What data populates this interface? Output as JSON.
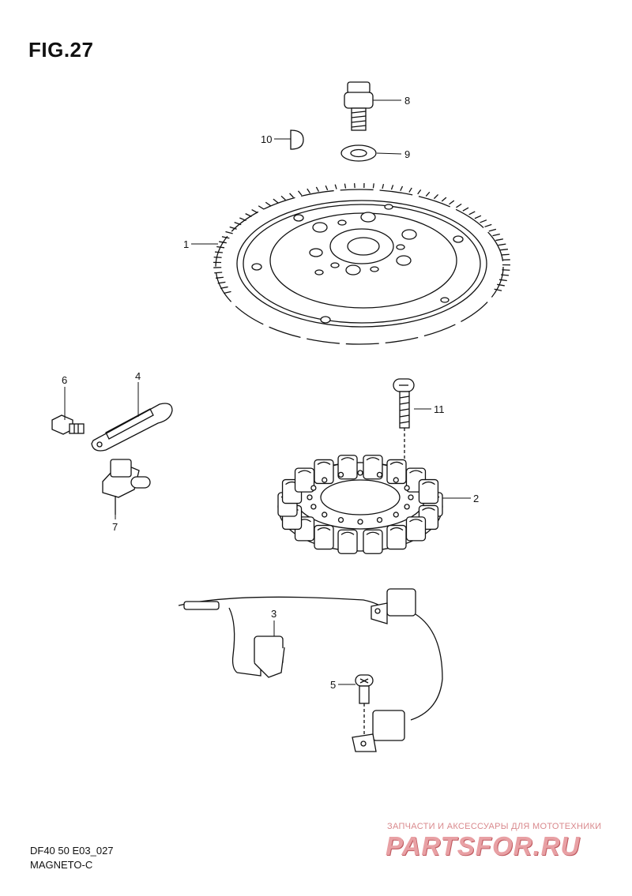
{
  "figure": {
    "title": "FIG.27",
    "code": "DF40 50 E03_027",
    "name": "MAGNETO-C"
  },
  "callouts": [
    "1",
    "2",
    "3",
    "4",
    "5",
    "6",
    "7",
    "8",
    "9",
    "10",
    "11"
  ],
  "watermark": {
    "caption": "ЗАПЧАСТИ И АКСЕССУАРЫ ДЛЯ МОТОТЕХНИКИ",
    "logo": "PARTSFOR.RU"
  },
  "colors": {
    "line": "#111111",
    "background": "#ffffff",
    "watermark": "#e8a0a4"
  }
}
